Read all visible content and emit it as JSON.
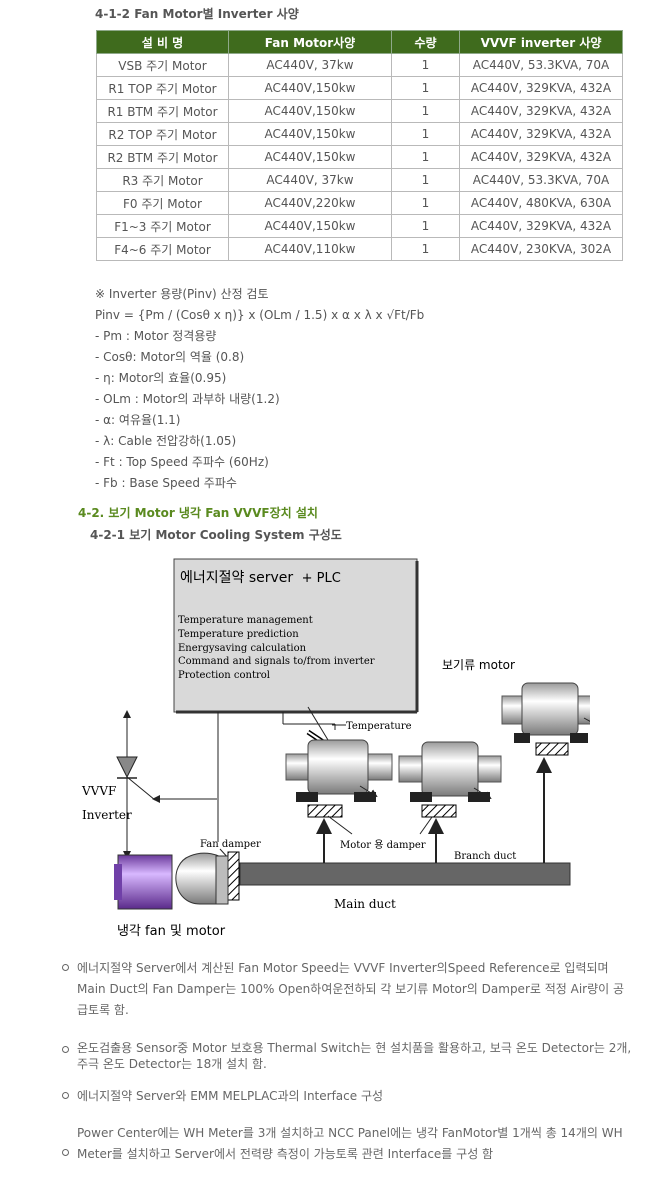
{
  "section1": {
    "title": "4-1-2 Fan Motor별 Inverter 사양",
    "headers": [
      "설 비 명",
      "Fan Motor사양",
      "수량",
      "VVVF inverter 사양"
    ],
    "rows": [
      [
        "VSB 주기 Motor",
        "AC440V, 37kw",
        "1",
        "AC440V, 53.3KVA, 70A"
      ],
      [
        "R1 TOP 주기 Motor",
        "AC440V,150kw",
        "1",
        "AC440V, 329KVA, 432A"
      ],
      [
        "R1 BTM 주기 Motor",
        "AC440V,150kw",
        "1",
        "AC440V, 329KVA, 432A"
      ],
      [
        "R2 TOP 주기 Motor",
        "AC440V,150kw",
        "1",
        "AC440V, 329KVA, 432A"
      ],
      [
        "R2 BTM 주기 Motor",
        "AC440V,150kw",
        "1",
        "AC440V, 329KVA, 432A"
      ],
      [
        "R3 주기 Motor",
        "AC440V, 37kw",
        "1",
        "AC440V, 53.3KVA, 70A"
      ],
      [
        "F0 주기 Motor",
        "AC440V,220kw",
        "1",
        "AC440V, 480KVA, 630A"
      ],
      [
        "F1~3 주기 Motor",
        "AC440V,150kw",
        "1",
        "AC440V, 329KVA, 432A"
      ],
      [
        "F4~6 주기 Motor",
        "AC440V,110kw",
        "1",
        "AC440V, 230KVA, 302A"
      ]
    ]
  },
  "notes": [
    "※ Inverter 용량(Pinv) 산정 검토",
    "Pinv = {Pm / (Cosθ x η)} x (OLm / 1.5) x α x λ x √Ft/Fb",
    "- Pm : Motor 정격용량",
    "- Cosθ: Motor의 역율 (0.8)",
    "- η: Motor의 효율(0.95)",
    "- OLm : Motor의 과부하 내량(1.2)",
    "- α: 여유율(1.1)",
    "- λ: Cable 전압강하(1.05)",
    "- Ft : Top Speed 주파수 (60Hz)",
    "- Fb : Base Speed 주파수"
  ],
  "section2": {
    "title": "4-2. 보기 Motor 냉각 Fan VVVF장치 설치",
    "subtitle": "4-2-1 보기 Motor Cooling System 구성도"
  },
  "diagram": {
    "server_title": "에너지절약 server",
    "server_suffix": "+ PLC",
    "server_lines": [
      "Temperature management",
      "Temperature prediction",
      "Energysaving calculation",
      "Command and signals to/from inverter",
      "Protection control"
    ],
    "temperature": "Temperature",
    "aux_motor": "보기류 motor",
    "vvvf": "VVVF",
    "inverter": "Inverter",
    "fan_damper": "Fan damper",
    "motor_damper": "Motor 용 damper",
    "branch_duct": "Branch duct",
    "main_duct": "Main duct",
    "cooling_fan": "냉각 fan 및 motor",
    "colors": {
      "fan_motor": "#a87ad8",
      "server_box": "#d9d9d9"
    }
  },
  "bullets": [
    "에너지절약 Server에서 계산된 Fan Motor Speed는 VVVF Inverter의Speed Reference로 입력되며 Main Duct의 Fan Damper는 100% Open하여운전하되 각 보기류 Motor의 Damper로 적정 Air량이 공급토록 함.",
    "온도검출용 Sensor중 Motor 보호용 Thermal Switch는 현 설치품을 활용하고, 보극 온도 Detector는 2개, 주극 온도 Detector는 18개 설치 함.",
    "에너지절약 Server와 EMM MELPLAC과의 Interface 구성",
    "Power Center에는 WH Meter를 3개 설치하고 NCC Panel에는 냉각 FanMotor별 1개씩 총 14개의 WH Meter를 설치하고 Server에서 전력량 측정이 가능토록 관련 Interface를 구성 함"
  ]
}
